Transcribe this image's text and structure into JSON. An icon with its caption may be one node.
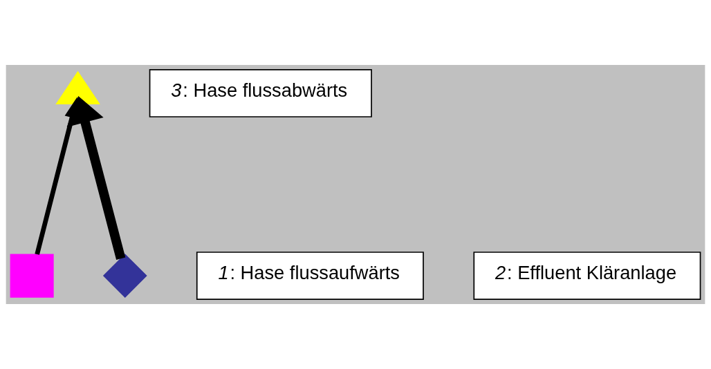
{
  "diagram": {
    "nodes": [
      {
        "text": [],
        "shape": "triangle"
      },
      {
        "text": [
          "*3*: Hase flussabwärts"
        ]
      },
      {
        "text": [
          "*1*: Hase flussaufwärts"
        ]
      },
      {
        "text": [
          "*2*: Effluent Kläranlage"
        ]
      },
      {
        "text": [],
        "shape": "square"
      },
      {
        "text": [],
        "shape": "diamond"
      }
    ],
    "edges": [
      {
        "from": 5,
        "to": 0,
        "arrow": "to",
        "style": "thick"
      },
      {
        "from": 4,
        "to": 0,
        "arrow": "to"
      }
    ]
  }
}
